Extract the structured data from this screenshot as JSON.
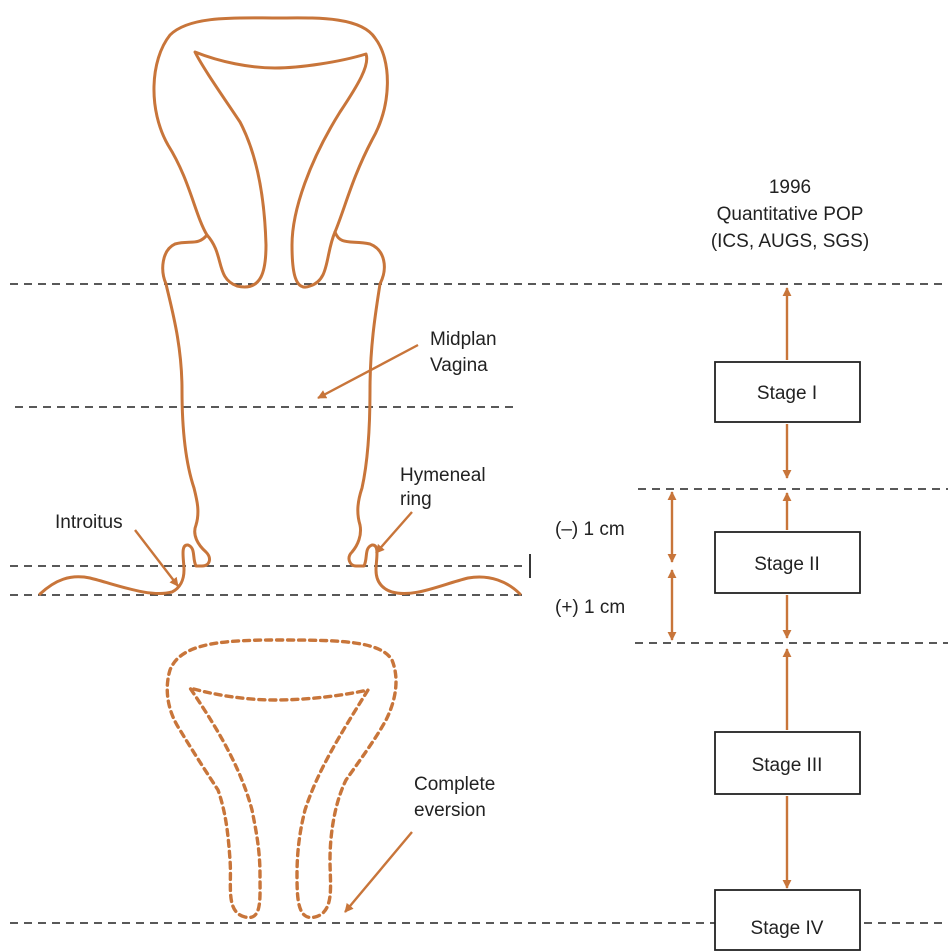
{
  "header": {
    "year": "1996",
    "system": "Quantitative POP",
    "societies": "(ICS, AUGS, SGS)"
  },
  "anatomy_labels": {
    "midplane_line1": "Midplan",
    "midplane_line2": "Vagina",
    "hymeneal_line1": "Hymeneal",
    "hymeneal_line2": "ring",
    "introitus": "Introitus",
    "eversion_line1": "Complete",
    "eversion_line2": "eversion"
  },
  "measurements": {
    "minus": "(–) 1 cm",
    "plus": "(+) 1 cm"
  },
  "stages": [
    {
      "label": "Stage I"
    },
    {
      "label": "Stage II"
    },
    {
      "label": "Stage III"
    },
    {
      "label": "Stage IV"
    }
  ],
  "colors": {
    "accent": "#c8753a",
    "ink": "#222222",
    "background": "#ffffff"
  }
}
